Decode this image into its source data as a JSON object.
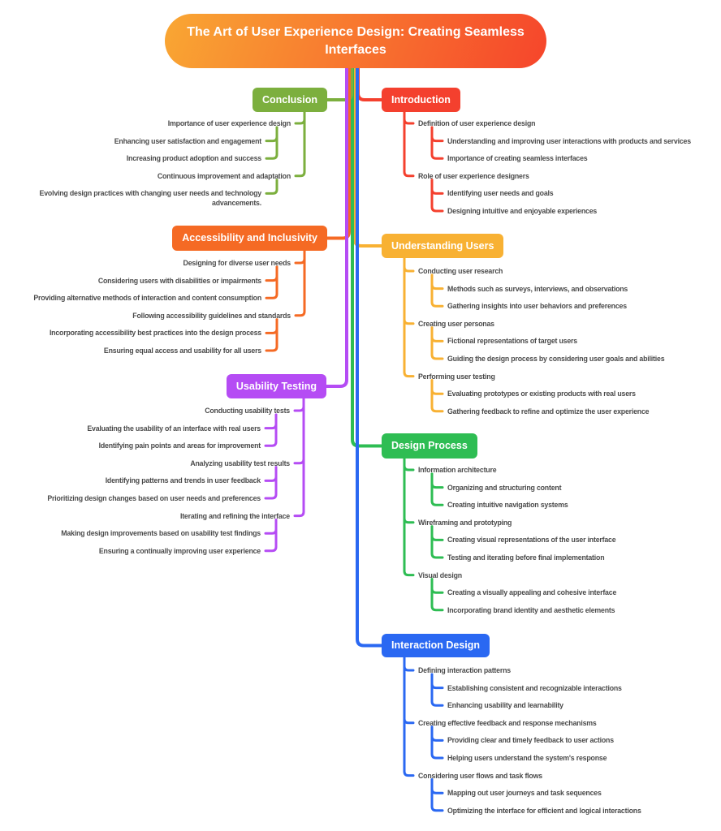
{
  "title": {
    "text": "The Art of User Experience Design: Creating Seamless Interfaces",
    "gradient_left": "#F9A733",
    "gradient_right": "#F6452B"
  },
  "text_color": "#4A4A4A",
  "branches": [
    {
      "id": "introduction",
      "label": "Introduction",
      "color": "#F4402E",
      "side": "right",
      "items": [
        {
          "label": "Definition of user experience design",
          "children": [
            "Understanding and improving user interactions with products and services",
            "Importance of creating seamless interfaces"
          ]
        },
        {
          "label": "Role of user experience designers",
          "children": [
            "Identifying user needs and goals",
            "Designing intuitive and enjoyable experiences"
          ]
        }
      ]
    },
    {
      "id": "understanding-users",
      "label": "Understanding Users",
      "color": "#F8B133",
      "side": "right",
      "items": [
        {
          "label": "Conducting user research",
          "children": [
            "Methods such as surveys, interviews, and observations",
            "Gathering insights into user behaviors and preferences"
          ]
        },
        {
          "label": "Creating user personas",
          "children": [
            "Fictional representations of target users",
            "Guiding the design process by considering user goals and abilities"
          ]
        },
        {
          "label": "Performing user testing",
          "children": [
            "Evaluating prototypes or existing products with real users",
            "Gathering feedback to refine and optimize the user experience"
          ]
        }
      ]
    },
    {
      "id": "design-process",
      "label": "Design Process",
      "color": "#2EBD53",
      "side": "right",
      "items": [
        {
          "label": "Information architecture",
          "children": [
            "Organizing and structuring content",
            "Creating intuitive navigation systems"
          ]
        },
        {
          "label": "Wireframing and prototyping",
          "children": [
            "Creating visual representations of the user interface",
            "Testing and iterating before final implementation"
          ]
        },
        {
          "label": "Visual design",
          "children": [
            "Creating a visually appealing and cohesive interface",
            "Incorporating brand identity and aesthetic elements"
          ]
        }
      ]
    },
    {
      "id": "interaction-design",
      "label": "Interaction Design",
      "color": "#2A68F2",
      "side": "right",
      "items": [
        {
          "label": "Defining interaction patterns",
          "children": [
            "Establishing consistent and recognizable interactions",
            "Enhancing usability and learnability"
          ]
        },
        {
          "label": "Creating effective feedback and response mechanisms",
          "children": [
            "Providing clear and timely feedback to user actions",
            "Helping users understand the system's response"
          ]
        },
        {
          "label": "Considering user flows and task flows",
          "children": [
            "Mapping out user journeys and task sequences",
            "Optimizing the interface for efficient and logical interactions"
          ]
        }
      ]
    },
    {
      "id": "conclusion",
      "label": "Conclusion",
      "color": "#7CAF3E",
      "side": "left",
      "items": [
        {
          "label": "Importance of user experience design",
          "children": [
            "Enhancing user satisfaction and engagement",
            "Increasing product adoption and success"
          ]
        },
        {
          "label": "Continuous improvement and adaptation",
          "children": [
            "Evolving design practices with changing user needs and technology advancements."
          ]
        }
      ]
    },
    {
      "id": "accessibility-and-inclusivity",
      "label": "Accessibility and Inclusivity",
      "color": "#F56A24",
      "side": "left",
      "items": [
        {
          "label": "Designing for diverse user needs",
          "children": [
            "Considering users with disabilities or impairments",
            "Providing alternative methods of interaction and content consumption"
          ]
        },
        {
          "label": "Following accessibility guidelines and standards",
          "children": [
            "Incorporating accessibility best practices into the design process",
            "Ensuring equal access and usability for all users"
          ]
        }
      ]
    },
    {
      "id": "usability-testing",
      "label": "Usability Testing",
      "color": "#B54CF4",
      "side": "left",
      "items": [
        {
          "label": "Conducting usability tests",
          "children": [
            "Evaluating the usability of an interface with real users",
            "Identifying pain points and areas for improvement"
          ]
        },
        {
          "label": "Analyzing usability test results",
          "children": [
            "Identifying patterns and trends in user feedback",
            "Prioritizing design changes based on user needs and preferences"
          ]
        },
        {
          "label": "Iterating and refining the interface",
          "children": [
            "Making design improvements based on usability test findings",
            "Ensuring a continually improving user experience"
          ]
        }
      ]
    }
  ]
}
